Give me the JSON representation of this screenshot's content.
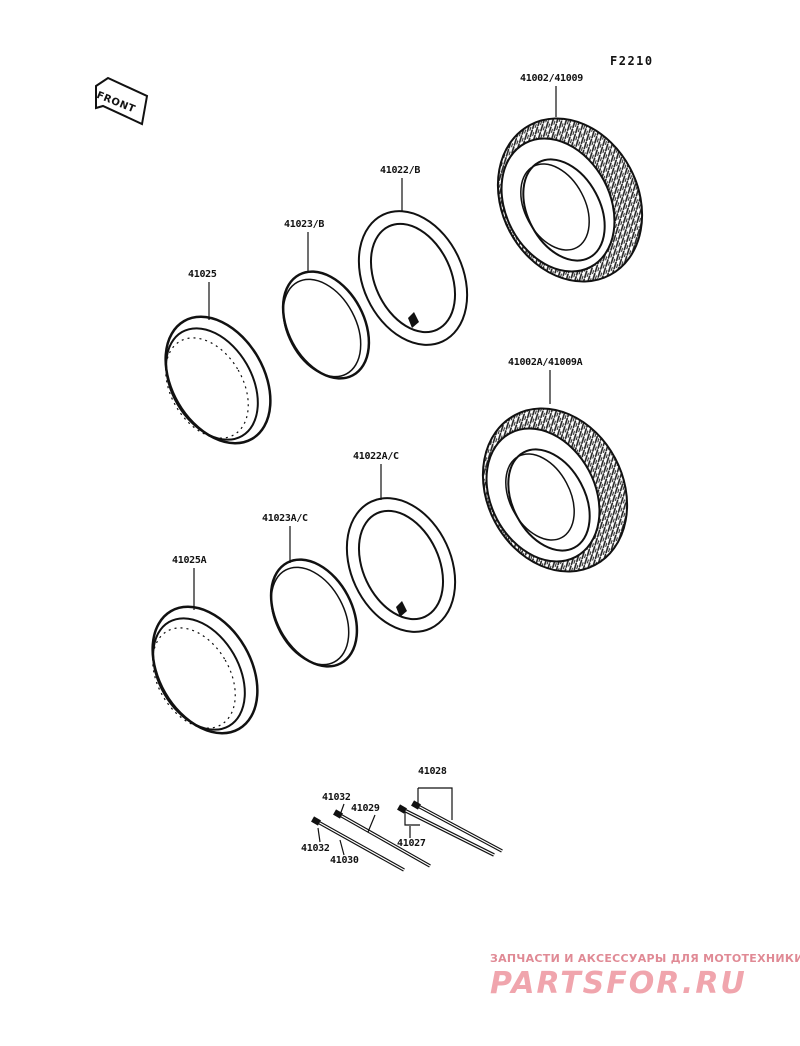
{
  "diagram": {
    "code": "F2210",
    "front_label": "FRONT",
    "parts": {
      "tire_front": "41002/41009",
      "tire_rear": "41002A/41009A",
      "tube_front": "41022/B",
      "tube_rear": "41022A/C",
      "rim_band_front": "41023/B",
      "rim_band_rear": "41023A/C",
      "rim_front": "41025",
      "rim_rear": "41025A",
      "spoke_set": "41028",
      "nipple_top": "41032",
      "nipple_bottom": "41032",
      "spoke_1": "41029",
      "spoke_2": "41030",
      "spoke_3": "41027"
    }
  },
  "watermark": {
    "tagline": "ЗАПЧАСТИ И АКСЕССУАРЫ ДЛЯ МОТОТЕХНИКИ",
    "brand": "PARTSFOR.RU"
  }
}
